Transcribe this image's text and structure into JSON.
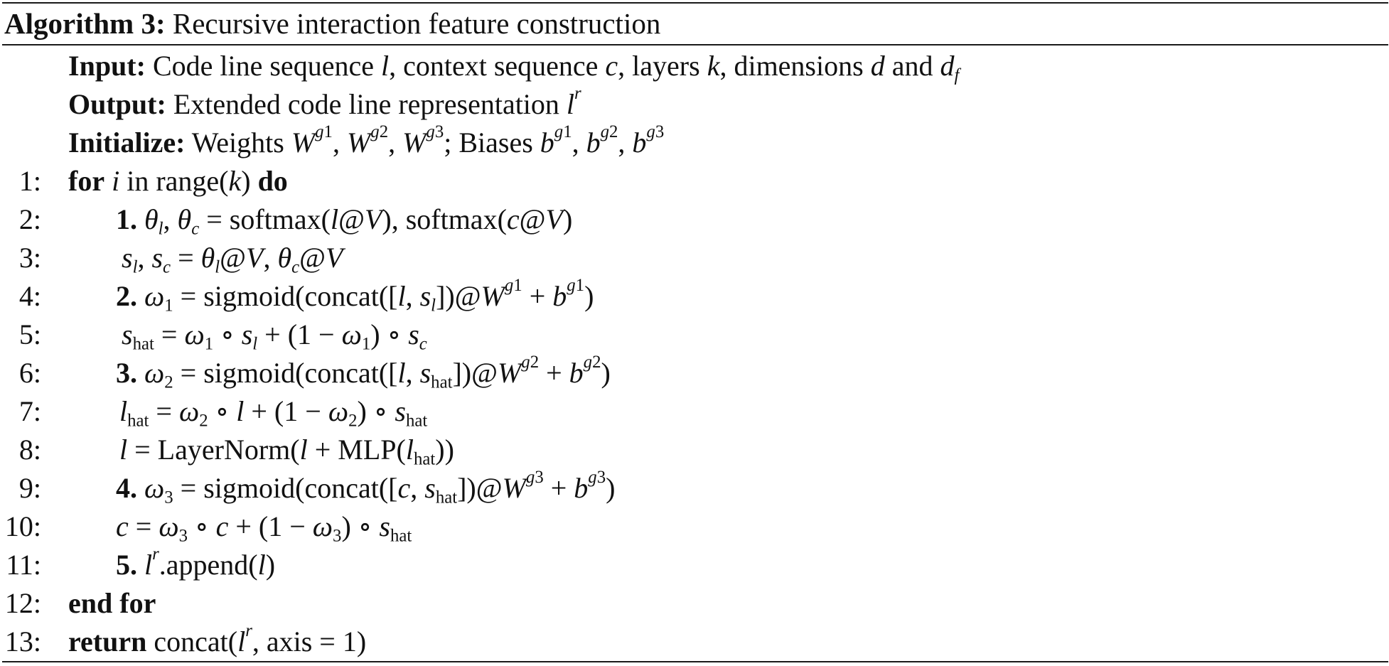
{
  "algorithm": {
    "label": "Algorithm 3:",
    "title": "Recursive interaction feature construction"
  },
  "header": {
    "input_label": "Input:",
    "output_label": "Output:",
    "init_label": "Initialize:"
  },
  "line_numbers": [
    "1:",
    "2:",
    "3:",
    "4:",
    "5:",
    "6:",
    "7:",
    "8:",
    "9:",
    "10:",
    "11:",
    "12:",
    "13:"
  ],
  "keywords": {
    "for": "for",
    "do": "do",
    "end_for": "end for",
    "return": "return"
  },
  "steps": [
    "1.",
    "2.",
    "3.",
    "4.",
    "5."
  ]
}
